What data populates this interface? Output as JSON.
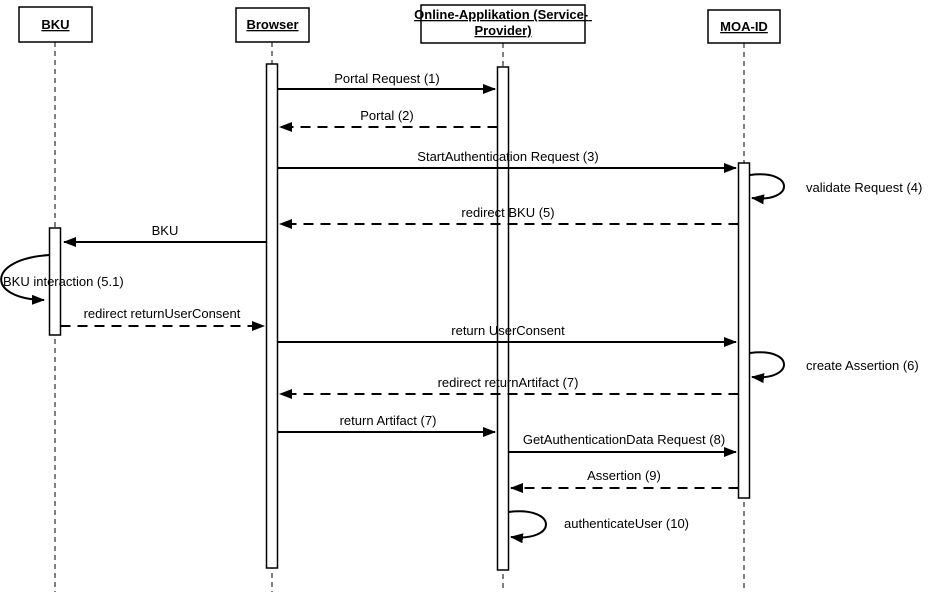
{
  "diagram": {
    "title": "MOA-ID authentication sequence diagram",
    "type": "uml-sequence",
    "colors": {
      "line": "#000000",
      "background": "#ffffff",
      "text": "#000000"
    },
    "actors": [
      {
        "id": "bku",
        "label": "BKU"
      },
      {
        "id": "browser",
        "label": "Browser"
      },
      {
        "id": "online_app",
        "label": "Online-Applikation (Service-Provider)",
        "label_lines": [
          "Online-Applikation (Service-",
          "Provider)"
        ]
      },
      {
        "id": "moa_id",
        "label": "MOA-ID"
      }
    ],
    "messages": [
      {
        "seq": 1,
        "label": "Portal Request (1)",
        "from": "browser",
        "to": "online_app",
        "style": "solid"
      },
      {
        "seq": 2,
        "label": "Portal (2)",
        "from": "online_app",
        "to": "browser",
        "style": "dashed"
      },
      {
        "seq": 3,
        "label": "StartAuthentication Request (3)",
        "from": "browser",
        "to": "moa_id",
        "style": "solid"
      },
      {
        "seq": 4,
        "label": "validate Request (4)",
        "from": "moa_id",
        "to": "moa_id",
        "style": "self"
      },
      {
        "seq": 5,
        "label": "redirect BKU (5)",
        "from": "moa_id",
        "to": "browser",
        "style": "dashed"
      },
      {
        "seq": 6,
        "label": "BKU",
        "from": "browser",
        "to": "bku",
        "style": "solid"
      },
      {
        "seq": 7,
        "label": "BKU interaction (5.1)",
        "from": "bku",
        "to": "bku",
        "style": "self"
      },
      {
        "seq": 8,
        "label": "redirect returnUserConsent",
        "from": "bku",
        "to": "browser",
        "style": "dashed"
      },
      {
        "seq": 9,
        "label": "return UserConsent",
        "from": "browser",
        "to": "moa_id",
        "style": "solid"
      },
      {
        "seq": 10,
        "label": "create Assertion (6)",
        "from": "moa_id",
        "to": "moa_id",
        "style": "self"
      },
      {
        "seq": 11,
        "label": "redirect returnArtifact (7)",
        "from": "moa_id",
        "to": "browser",
        "style": "dashed"
      },
      {
        "seq": 12,
        "label": "return Artifact (7)",
        "from": "browser",
        "to": "online_app",
        "style": "solid"
      },
      {
        "seq": 13,
        "label": "GetAuthenticationData Request (8)",
        "from": "online_app",
        "to": "moa_id",
        "style": "solid"
      },
      {
        "seq": 14,
        "label": "Assertion (9)",
        "from": "moa_id",
        "to": "online_app",
        "style": "dashed"
      },
      {
        "seq": 15,
        "label": "authenticateUser (10)",
        "from": "online_app",
        "to": "online_app",
        "style": "self"
      }
    ]
  }
}
